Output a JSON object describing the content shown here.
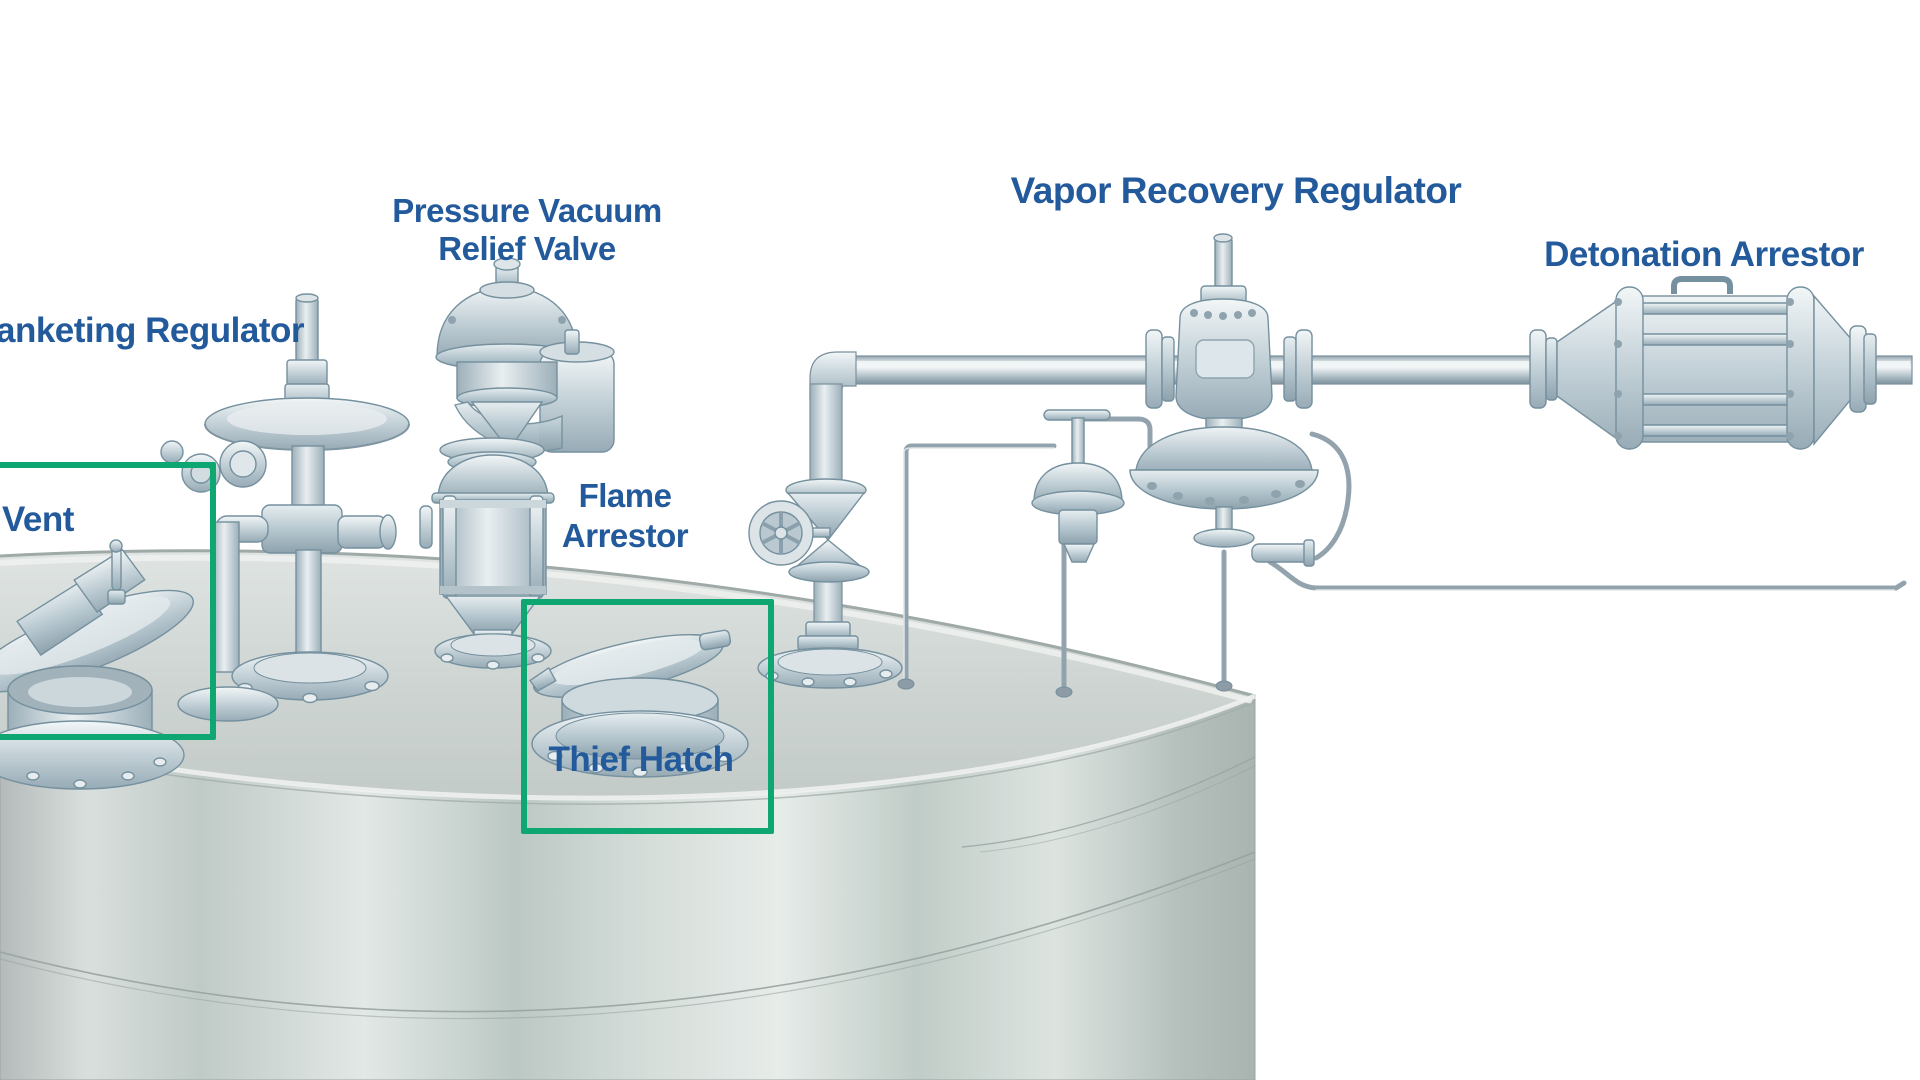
{
  "theme": {
    "label-blue": "#235a9b",
    "highlight-green": "#0ea671",
    "bg": "#ffffff",
    "metal-light": "#eff4f6",
    "metal-mid": "#c1d0d7",
    "metal-dark": "#93a8b3",
    "tank-light": "#e3e9e6",
    "tank-dark": "#b2bdba"
  },
  "diagram": {
    "title": "Storage tank vapor control equipment diagram",
    "labels": {
      "blanketing_regulator": "anketing Regulator",
      "vent": "Vent",
      "pressure_vacuum_relief_valve": "Pressure Vacuum\nRelief Valve",
      "flame_arrestor": "Flame\nArrestor",
      "thief_hatch": "Thief Hatch",
      "vapor_recovery_regulator": "Vapor Recovery Regulator",
      "detonation_arrestor": "Detonation Arrestor"
    },
    "highlight_boxes": [
      {
        "id": "vent-highlight-box",
        "around": "vent"
      },
      {
        "id": "thief-hatch-highlight-box",
        "around": "thief_hatch"
      }
    ]
  }
}
